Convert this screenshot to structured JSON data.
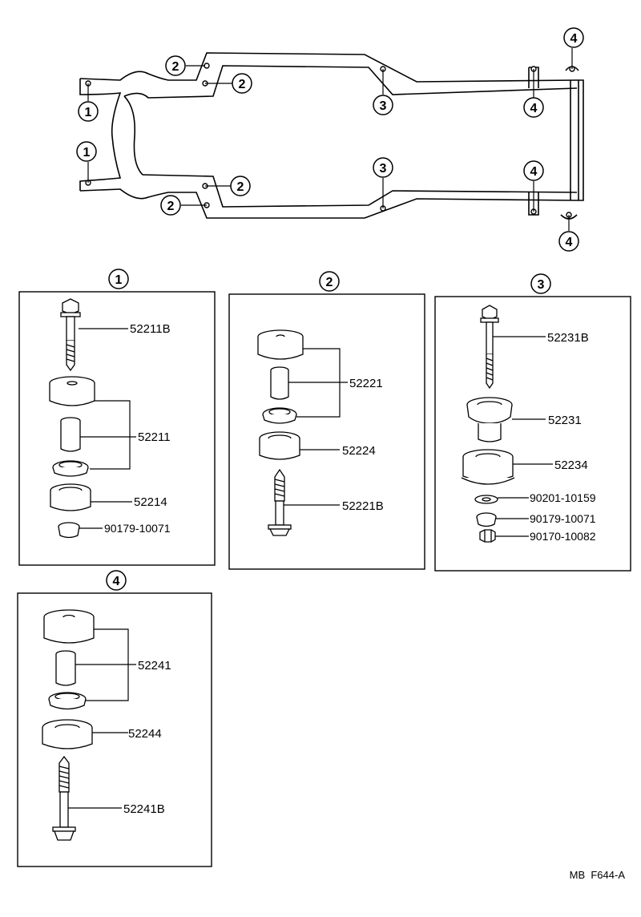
{
  "markers": {
    "m1": "1",
    "m2": "2",
    "m3": "3",
    "m4": "4"
  },
  "groups": {
    "g1": {
      "number": "1",
      "parts": [
        "52211B",
        "52211",
        "52214",
        "90179-10071"
      ]
    },
    "g2": {
      "number": "2",
      "parts": [
        "52221",
        "52224",
        "52221B"
      ]
    },
    "g3": {
      "number": "3",
      "parts": [
        "52231B",
        "52231",
        "52234",
        "90201-10159",
        "90179-10071",
        "90170-10082"
      ]
    },
    "g4": {
      "number": "4",
      "parts": [
        "52241",
        "52244",
        "52241B"
      ]
    }
  },
  "footer": {
    "code": "MB  F644-A"
  }
}
